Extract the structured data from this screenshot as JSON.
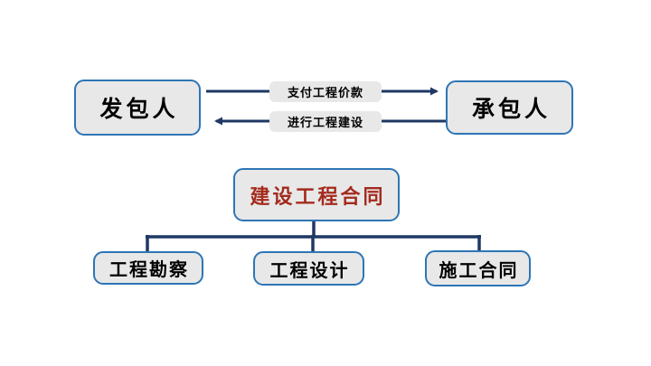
{
  "colors": {
    "line": "#1f3864",
    "box_border": "#2e75b6",
    "box_fill": "#e8e8e8",
    "red_text": "#a32b1d",
    "text": "#000000",
    "background": "#ffffff"
  },
  "diagram": {
    "parties": {
      "employer": "发包人",
      "contractor": "承包人"
    },
    "arrows": [
      {
        "label": "支付工程价款",
        "direction": "right",
        "from": "发包人",
        "to": "承包人"
      },
      {
        "label": "进行工程建设",
        "direction": "left",
        "from": "承包人",
        "to": "发包人"
      }
    ],
    "hierarchy": {
      "root": "建设工程合同",
      "children": [
        "工程勘察",
        "工程设计",
        "施工合同"
      ]
    }
  }
}
